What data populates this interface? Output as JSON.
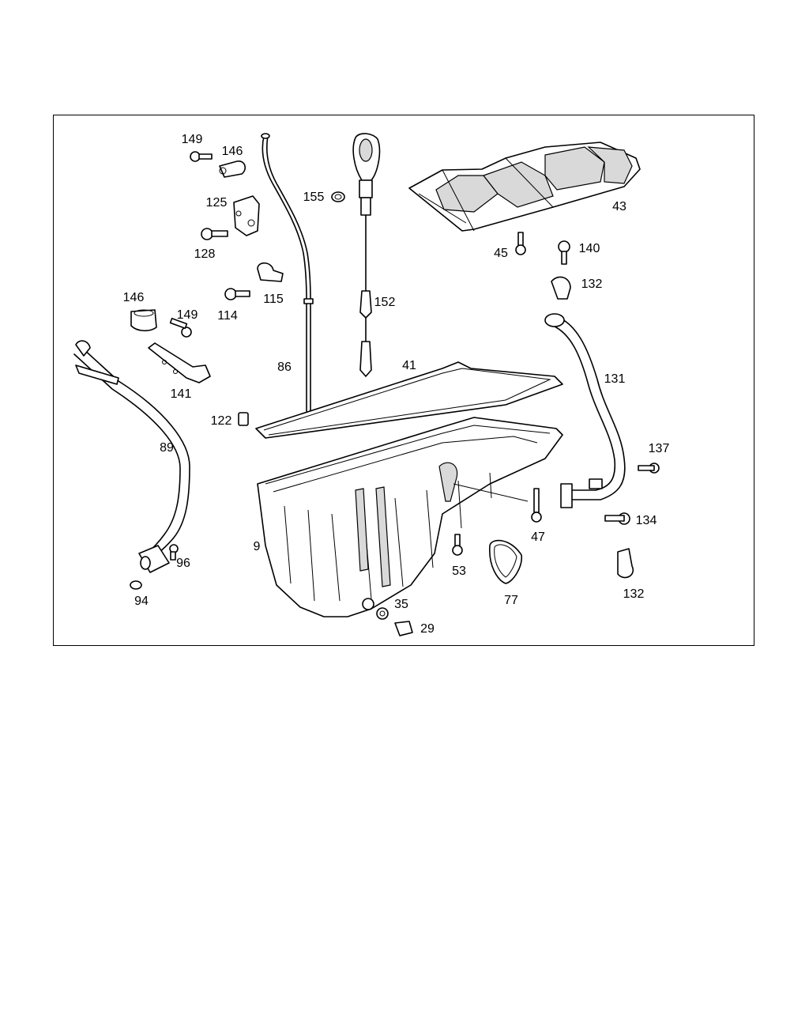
{
  "labels": {
    "p149a": "149",
    "p146a": "146",
    "p125": "125",
    "p128": "128",
    "p115": "115",
    "p114": "114",
    "p146b": "146",
    "p149b": "149",
    "p141": "141",
    "p86": "86",
    "p155": "155",
    "p152": "152",
    "p43": "43",
    "p45": "45",
    "p140": "140",
    "p132a": "132",
    "p131": "131",
    "p41": "41",
    "p122": "122",
    "p89": "89",
    "p137": "137",
    "p134": "134",
    "p47": "47",
    "p53": "53",
    "p9": "9",
    "p96": "96",
    "p94": "94",
    "p77": "77",
    "p132b": "132",
    "p35": "35",
    "p29": "29"
  }
}
